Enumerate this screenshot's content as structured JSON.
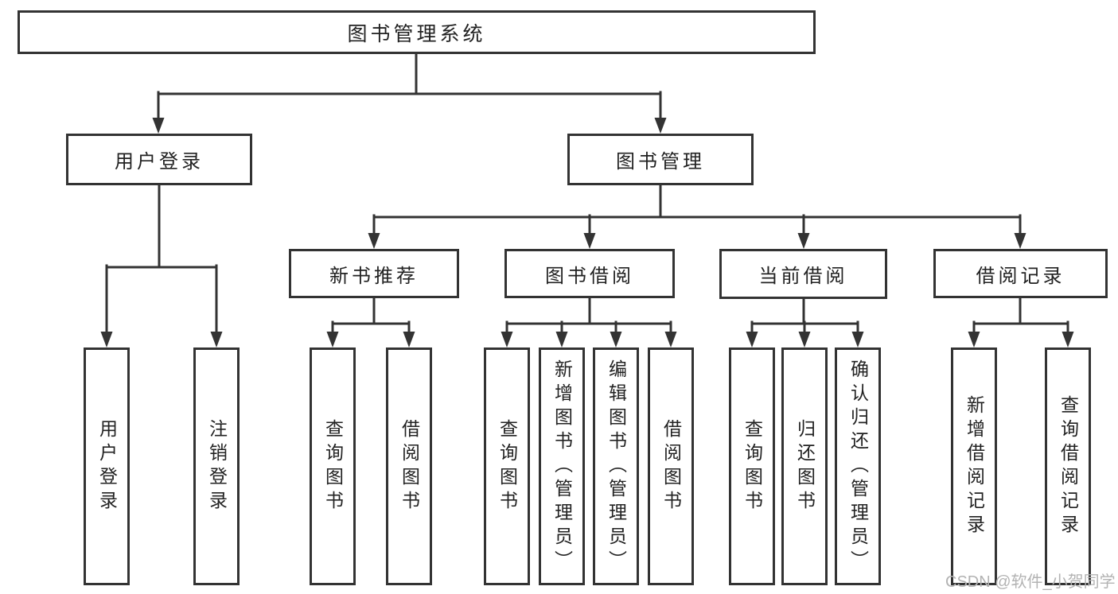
{
  "diagram": {
    "root": {
      "label": "图书管理系统"
    },
    "branches": [
      {
        "label": "用户登录",
        "children": [
          {
            "label": "用户登录"
          },
          {
            "label": "注销登录"
          }
        ]
      },
      {
        "label": "图书管理",
        "sections": [
          {
            "label": "新书推荐",
            "children": [
              {
                "label": "查询图书"
              },
              {
                "label": "借阅图书"
              }
            ]
          },
          {
            "label": "图书借阅",
            "children": [
              {
                "label": "查询图书"
              },
              {
                "label": "新增图书（管理员）"
              },
              {
                "label": "编辑图书（管理员）"
              },
              {
                "label": "借阅图书"
              }
            ]
          },
          {
            "label": "当前借阅",
            "children": [
              {
                "label": "查询图书"
              },
              {
                "label": "归还图书"
              },
              {
                "label": "确认归还（管理员）"
              }
            ]
          },
          {
            "label": "借阅记录",
            "children": [
              {
                "label": "新增借阅记录"
              },
              {
                "label": "查询借阅记录"
              }
            ]
          }
        ]
      }
    ]
  },
  "watermark": {
    "text": "CSDN @软件_小贺同学"
  },
  "colors": {
    "line": "#333333",
    "text": "#222222",
    "watermark": "#b3b3b3",
    "background": "#ffffff"
  }
}
